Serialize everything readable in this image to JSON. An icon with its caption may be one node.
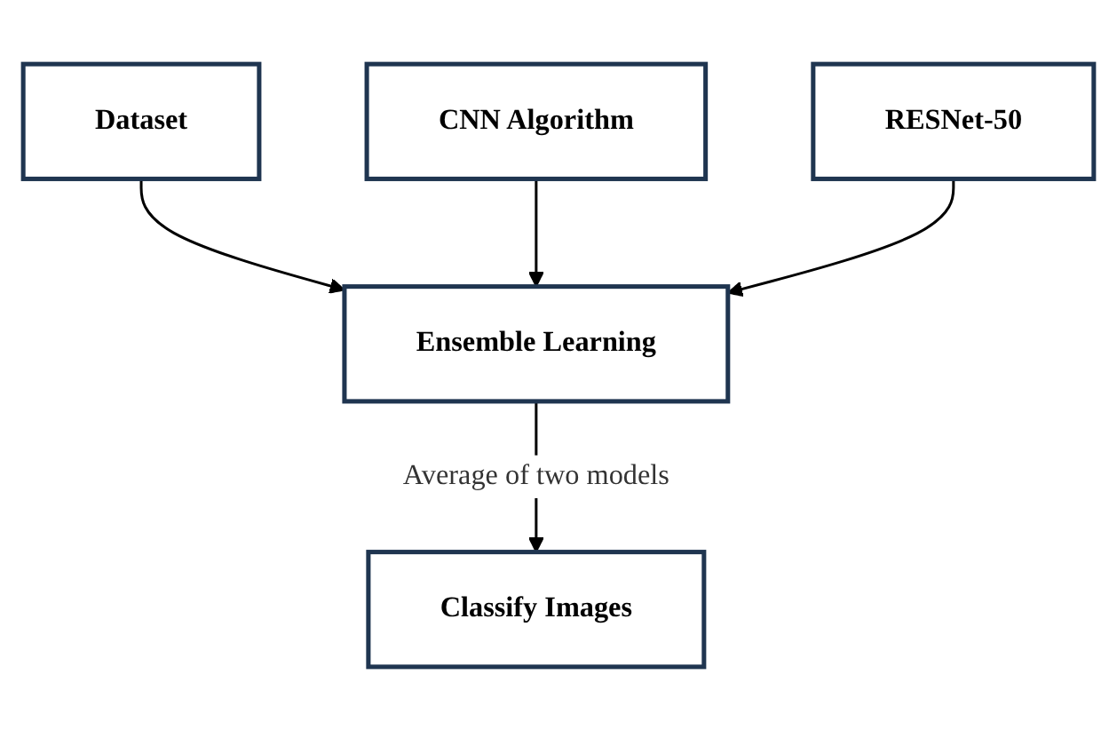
{
  "diagram": {
    "nodes": [
      {
        "text": [
          "Dataset"
        ]
      },
      {
        "text": [
          "CNN Algorithm"
        ]
      },
      {
        "text": [
          "Ensemble Learning"
        ]
      },
      {
        "text": [
          "RESNet-50"
        ]
      },
      {
        "text": [
          "Classify Images"
        ]
      }
    ],
    "edges": [
      {
        "from": 0,
        "to": 2,
        "arrow": "to"
      },
      {
        "from": 1,
        "to": 2,
        "arrow": "to"
      },
      {
        "from": 3,
        "to": 2,
        "arrow": "to"
      },
      {
        "from": 2,
        "to": 4,
        "arrow": "to",
        "label": "Average of two models"
      }
    ]
  }
}
